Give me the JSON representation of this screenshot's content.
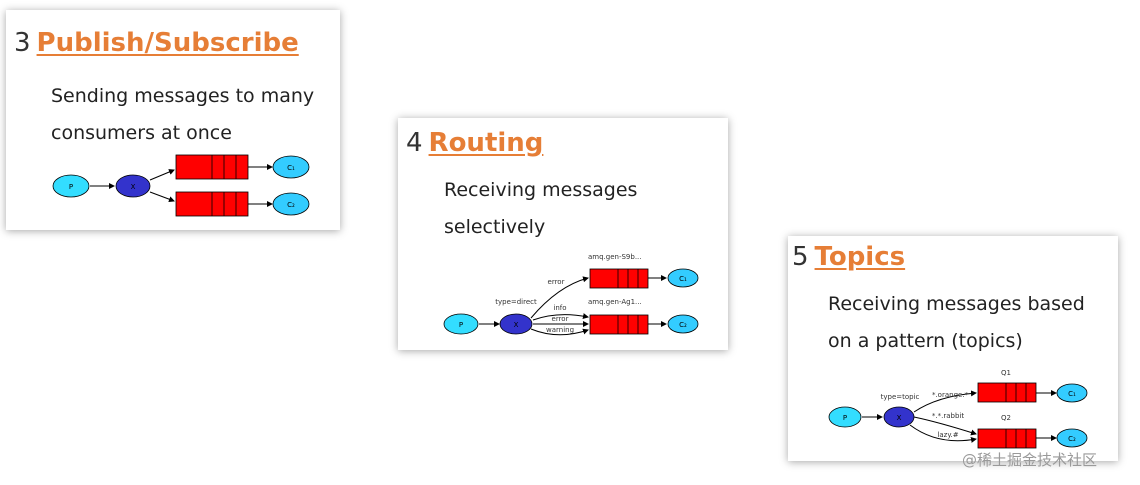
{
  "cards": [
    {
      "number": "3",
      "title": "Publish/Subscribe",
      "desc_line1": "Sending messages to many",
      "desc_line2": "consumers at once",
      "diagram": {
        "producer": "P",
        "exchange": "X",
        "consumers": [
          "C₁",
          "C₂"
        ]
      }
    },
    {
      "number": "4",
      "title": "Routing",
      "desc_line1": "Receiving messages",
      "desc_line2": "selectively",
      "diagram": {
        "producer": "P",
        "exchange": "X",
        "exchange_type": "type=direct",
        "queues": [
          "amq.gen-S9b...",
          "amq.gen-Ag1..."
        ],
        "bindings": [
          "error",
          "info",
          "error",
          "warning"
        ],
        "consumers": [
          "C₁",
          "C₂"
        ]
      }
    },
    {
      "number": "5",
      "title": "Topics",
      "desc_line1": "Receiving messages based",
      "desc_line2": "on a pattern (topics)",
      "diagram": {
        "producer": "P",
        "exchange": "X",
        "exchange_type": "type=topic",
        "queues": [
          "Q1",
          "Q2"
        ],
        "bindings": [
          "*.orange.*",
          "*.*.rabbit",
          "lazy.#"
        ],
        "consumers": [
          "C₁",
          "C₂"
        ]
      }
    }
  ],
  "watermark": "@稀土掘金技术社区",
  "colors": {
    "title_link": "#e67e36",
    "queue": "#ff0000",
    "producer": "#33ccff",
    "exchange": "#3333cc",
    "consumer": "#33bbee"
  }
}
